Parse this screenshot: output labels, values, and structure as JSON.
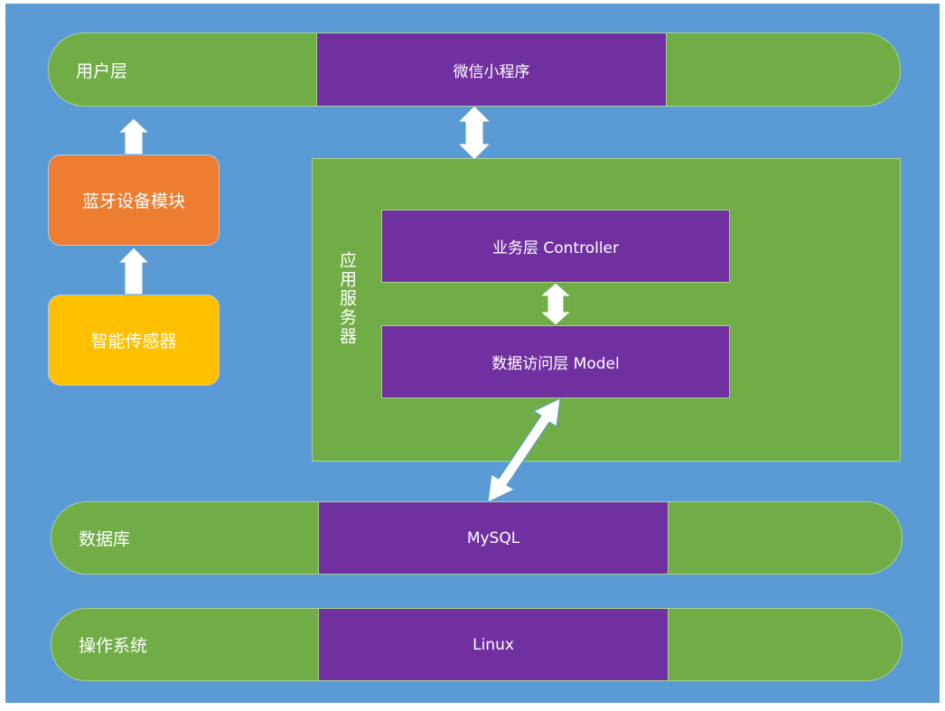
{
  "user_layer": {
    "label": "用户层",
    "app": "微信小程序"
  },
  "bluetooth": {
    "label": "蓝牙设备模块"
  },
  "sensor": {
    "label": "智能传感器"
  },
  "app_server": {
    "label": "应用服务器",
    "controller": "业务层 Controller",
    "model": "数据访问层 Model"
  },
  "database_layer": {
    "label": "数据库",
    "db": "MySQL"
  },
  "os_layer": {
    "label": "操作系统",
    "os": "Linux"
  },
  "colors": {
    "background": "#5b9bd5",
    "layer_green": "#70ad47",
    "component_purple": "#7030a0",
    "bluetooth_orange": "#ed7d31",
    "sensor_yellow": "#ffc000",
    "arrow_white": "#ffffff"
  }
}
